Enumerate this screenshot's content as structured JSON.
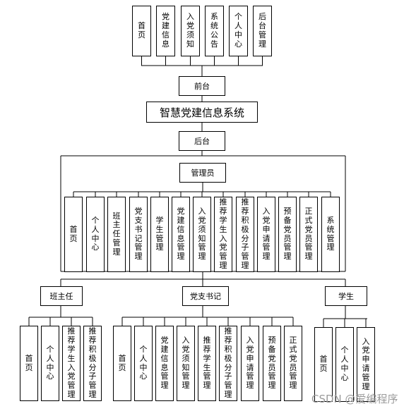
{
  "diagram": {
    "front_modules": [
      "首页",
      "党建信息",
      "入党须知",
      "系统公告",
      "个人中心",
      "后台管理"
    ],
    "front_label": "前台",
    "system_title": "智慧党建信息系统",
    "back_label": "后台",
    "admin_label": "管理员",
    "admin_modules": [
      "首页",
      "个人中心",
      "班主任管理",
      "党支书记管理",
      "学生管理",
      "党建信息管理",
      "入党须知管理",
      "推荐学生入党管理",
      "推荐积极分子管理",
      "入党申请管理",
      "预备党员管理",
      "正式党员管理",
      "系统管理"
    ],
    "teacher_label": "班主任",
    "teacher_modules": [
      "首页",
      "个人中心",
      "推荐学生入党管理",
      "推荐积极分子管理"
    ],
    "secretary_label": "党支书记",
    "secretary_modules": [
      "首页",
      "个人中心",
      "党建信息管理",
      "入党须知管理",
      "推荐学生管理",
      "推荐积极分子管理",
      "入党申请管理",
      "预备党员管理",
      "正式党员管理"
    ],
    "student_label": "学生",
    "student_modules": [
      "首页",
      "个人中心",
      "入党申请管理"
    ]
  },
  "watermark": "CSDN @爱编程序"
}
